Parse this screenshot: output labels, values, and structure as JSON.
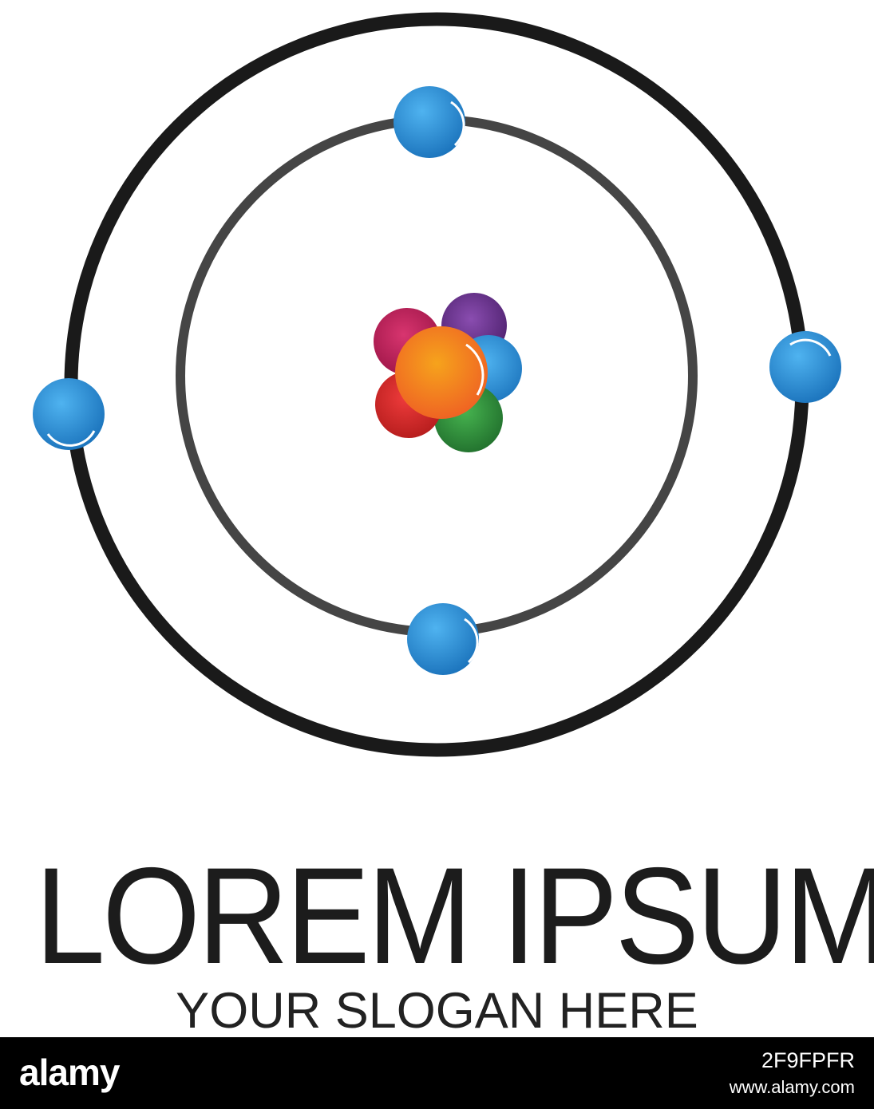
{
  "logo": {
    "title": "LOREM IPSUM",
    "slogan": "YOUR SLOGAN HERE"
  },
  "watermark": {
    "brand": "alamy",
    "image_code": "2F9FPFR",
    "url": "www.alamy.com"
  },
  "colors": {
    "background": "#ffffff",
    "orbit_outer": "#1a1a1a",
    "orbit_inner": "#444444",
    "electron": "#2a8fd6",
    "nucleus_orange": "#f07a1e",
    "nucleus_purple": "#6a2d8c",
    "nucleus_magenta": "#c21f63",
    "nucleus_red": "#d82a2a",
    "nucleus_green": "#2e8f3a",
    "nucleus_blue": "#2a8fd6",
    "footer": "#000000"
  },
  "icons": [
    "atom-logo",
    "electron-icon",
    "nucleus-icon"
  ]
}
